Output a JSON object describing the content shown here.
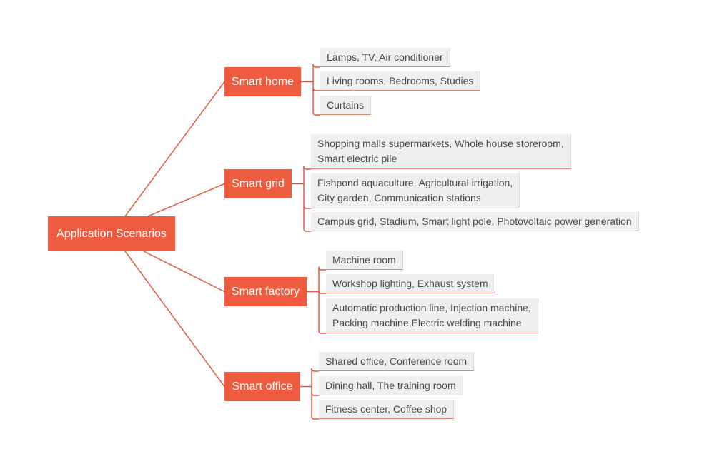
{
  "root": {
    "label": "Application Scenarios"
  },
  "branches": [
    {
      "id": "home",
      "label": "Smart home",
      "leaves": [
        "Lamps, TV, Air conditioner",
        "Living rooms, Bedrooms, Studies",
        "Curtains"
      ]
    },
    {
      "id": "grid",
      "label": "Smart grid",
      "leaves": [
        "Shopping malls supermarkets, Whole house storeroom,\nSmart electric pile",
        "Fishpond aquaculture, Agricultural irrigation,\nCity garden, Communication stations",
        "Campus grid, Stadium, Smart light pole, Photovoltaic power generation"
      ]
    },
    {
      "id": "factory",
      "label": "Smart factory",
      "leaves": [
        "Machine room",
        "Workshop lighting, Exhaust system",
        "Automatic production line, Injection machine,\nPacking machine,Electric welding machine"
      ]
    },
    {
      "id": "office",
      "label": "Smart office",
      "leaves": [
        "Shared office, Conference room",
        "Dining hall, The training room",
        "Fitness center, Coffee shop"
      ]
    }
  ],
  "colors": {
    "accent": "#ee5b3e",
    "line": "#e25a3e",
    "leaf_bg": "#efefef",
    "leaf_text": "#4a4a4a"
  }
}
